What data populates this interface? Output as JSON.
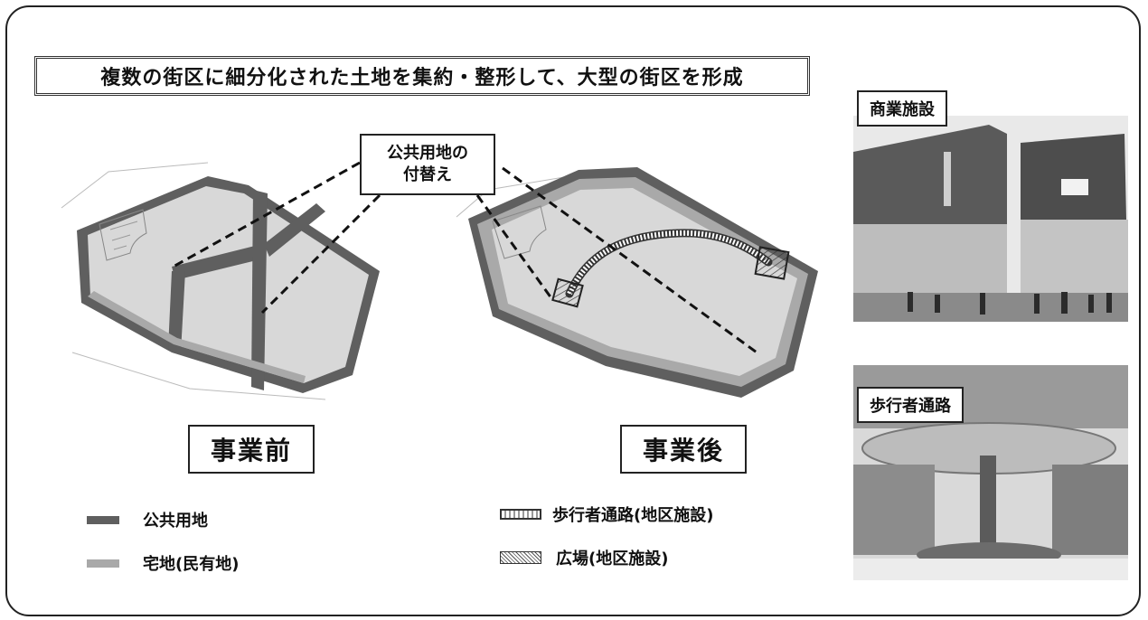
{
  "title": "複数の街区に細分化された土地を集約・整形して、大型の街区を形成",
  "callout": {
    "line1": "公共用地の",
    "line2": "付替え"
  },
  "before_label": "事業前",
  "after_label": "事業後",
  "legend": {
    "public_land": "公共用地",
    "residential_land": "宅地(民有地)",
    "pedestrian_path": "歩行者通路(地区施設)",
    "plaza": "広場(地区施設)"
  },
  "photos": {
    "commercial": "商業施設",
    "pedestrian": "歩行者通路"
  },
  "colors": {
    "public_land": "#5f5f5f",
    "residential_land": "#a9a9a9",
    "block_fill": "#d8d8d8"
  }
}
